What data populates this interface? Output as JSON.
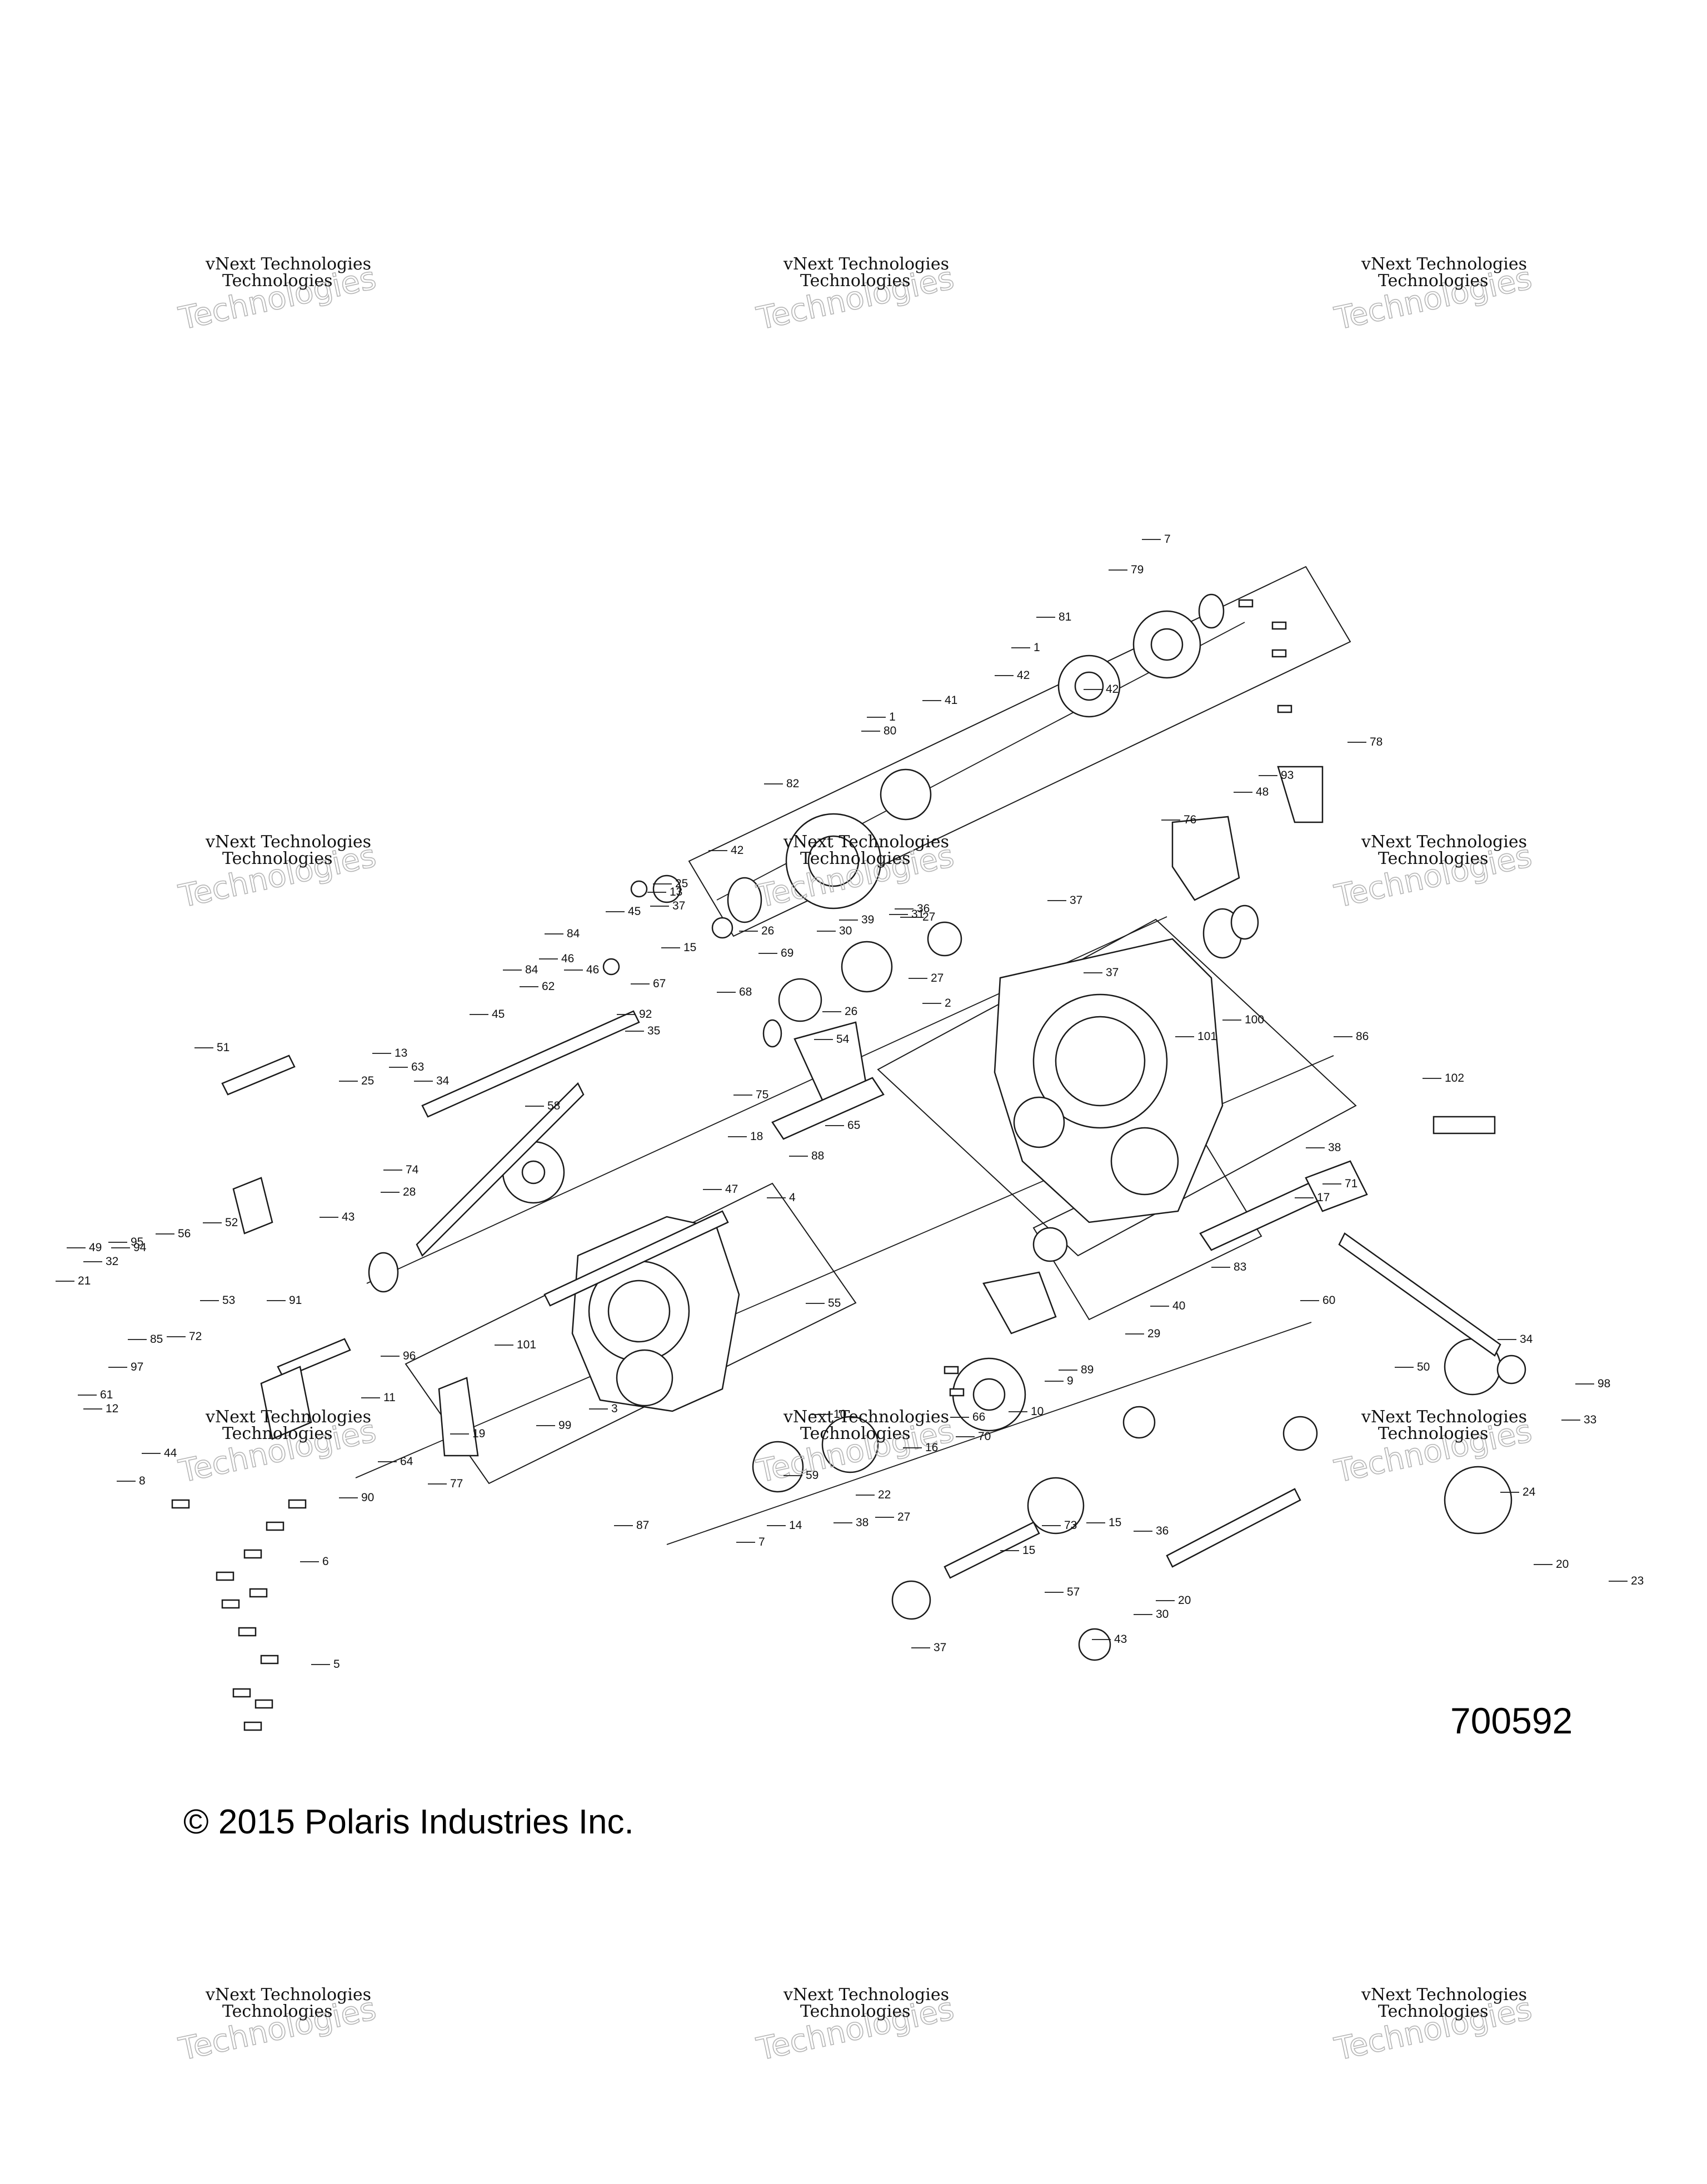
{
  "diagram_code": "700592",
  "copyright": "© 2015 Polaris Industries Inc.",
  "watermark": {
    "line1": "vNext Technologies",
    "line2": "Technologies"
  },
  "callouts": [
    "1",
    "1",
    "2",
    "3",
    "4",
    "5",
    "6",
    "7",
    "7",
    "8",
    "9",
    "10",
    "10",
    "11",
    "12",
    "13",
    "13",
    "14",
    "15",
    "15",
    "15",
    "16",
    "17",
    "18",
    "19",
    "20",
    "20",
    "21",
    "22",
    "23",
    "24",
    "25",
    "25",
    "26",
    "26",
    "27",
    "27",
    "27",
    "28",
    "29",
    "30",
    "30",
    "31",
    "32",
    "33",
    "34",
    "34",
    "35",
    "36",
    "36",
    "37",
    "37",
    "37",
    "37",
    "38",
    "38",
    "39",
    "40",
    "41",
    "42",
    "42",
    "42",
    "43",
    "43",
    "44",
    "45",
    "45",
    "46",
    "46",
    "47",
    "48",
    "49",
    "50",
    "51",
    "52",
    "53",
    "54",
    "55",
    "56",
    "57",
    "58",
    "59",
    "60",
    "61",
    "62",
    "63",
    "64",
    "65",
    "66",
    "67",
    "68",
    "69",
    "70",
    "71",
    "72",
    "73",
    "74",
    "75",
    "76",
    "77",
    "78",
    "79",
    "80",
    "81",
    "82",
    "83",
    "84",
    "84",
    "85",
    "86",
    "87",
    "88",
    "89",
    "90",
    "91",
    "92",
    "93",
    "94",
    "95",
    "96",
    "97",
    "98",
    "99",
    "100",
    "101",
    "101",
    "102"
  ]
}
